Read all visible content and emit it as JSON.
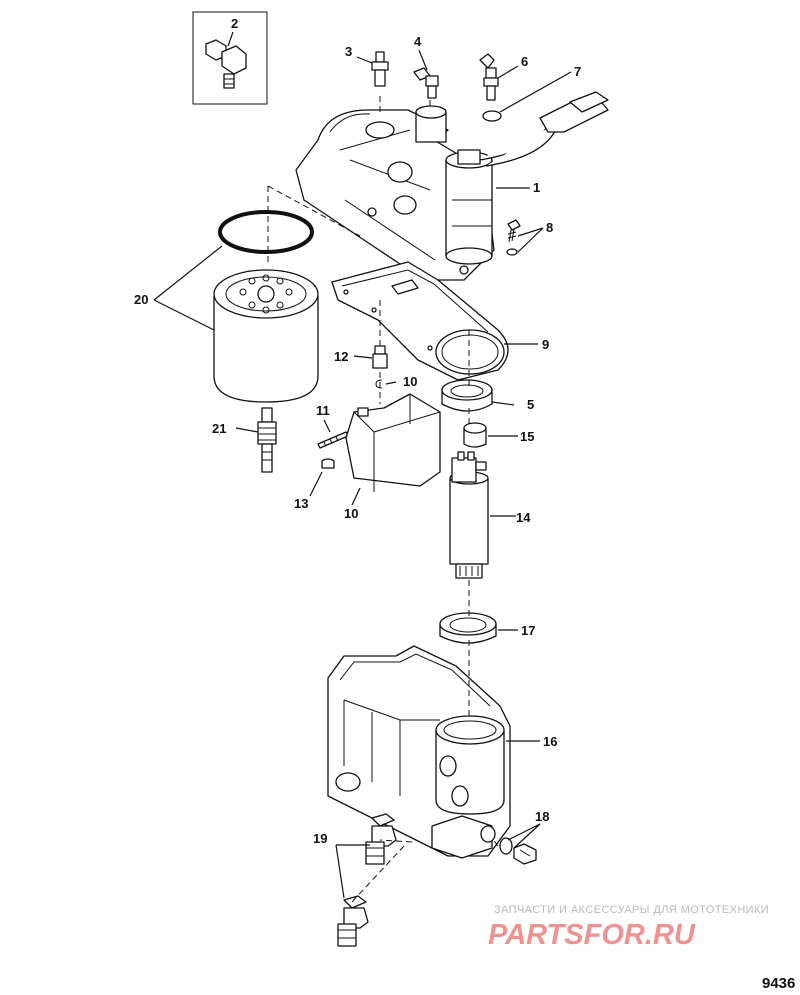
{
  "callouts": {
    "c1": "1",
    "c2": "2",
    "c3": "3",
    "c4": "4",
    "c5": "5",
    "c6": "6",
    "c7": "7",
    "c8": "8",
    "c9": "9",
    "c10a": "10",
    "c10b": "10",
    "c11": "11",
    "c12": "12",
    "c13": "13",
    "c14": "14",
    "c15": "15",
    "c16": "16",
    "c17": "17",
    "c18": "18",
    "c19": "19",
    "c20": "20",
    "c21": "21"
  },
  "watermark": {
    "tagline": "ЗАПЧАСТИ И АКСЕССУАРЫ ДЛЯ МОТОТЕХНИКИ",
    "logo": "PARTSFOR.RU"
  },
  "figure_number": "9436"
}
